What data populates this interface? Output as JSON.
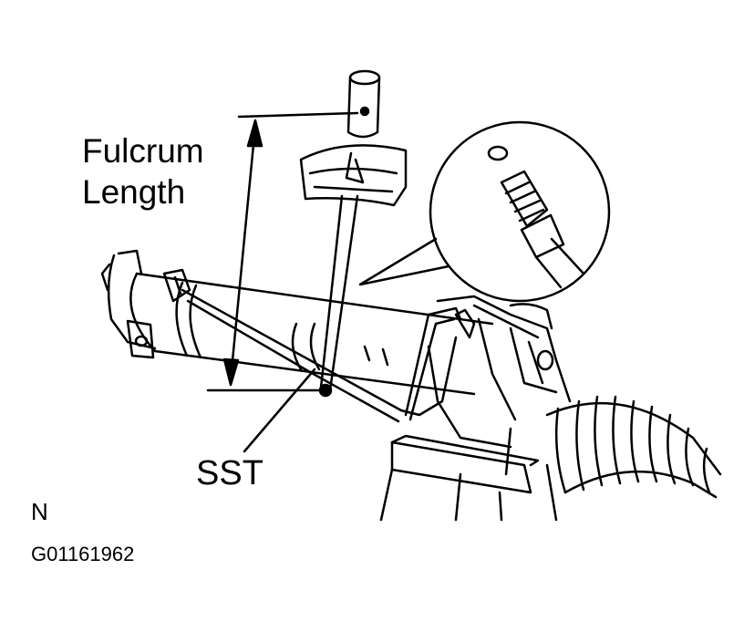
{
  "labels": {
    "fulcrum_line1": "Fulcrum",
    "fulcrum_line2": "Length",
    "tool": "SST",
    "view_code": "N",
    "figure_id": "G01161962"
  },
  "colors": {
    "ink": "#000000",
    "paper": "#ffffff"
  }
}
